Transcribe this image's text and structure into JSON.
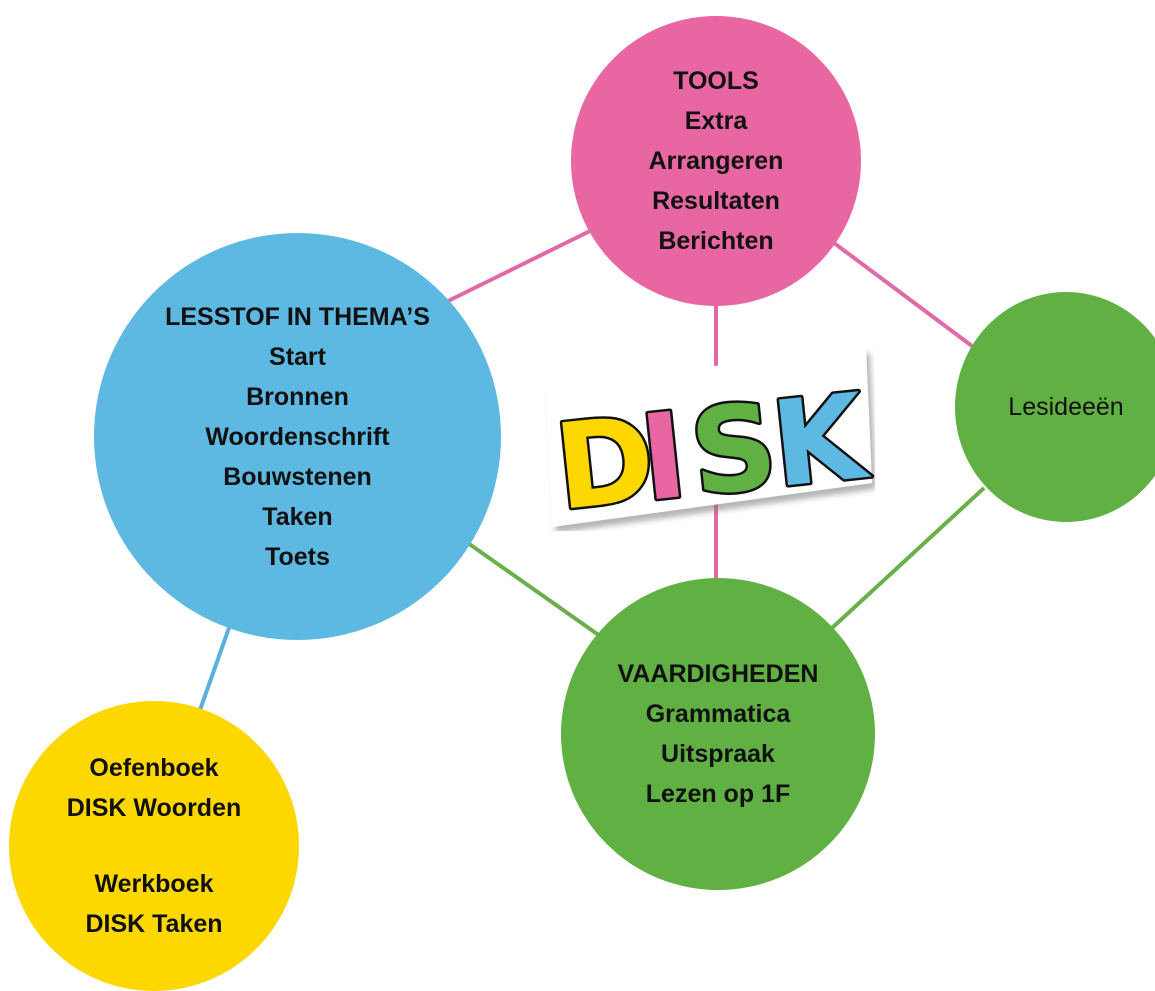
{
  "logo": {
    "letters": [
      "D",
      "I",
      "S",
      "K"
    ]
  },
  "colors": {
    "pink": "#e866a2",
    "blue": "#5db8e2",
    "green": "#60b044",
    "yellow": "#fdd700",
    "line_pink": "#e06aa8",
    "line_green": "#6ab04a",
    "line_blue": "#5ab0d8"
  },
  "nodes": {
    "tools": {
      "title": "TOOLS",
      "items": [
        "Extra",
        "Arrangeren",
        "Resultaten",
        "Berichten"
      ]
    },
    "lesstof": {
      "title": "LESSTOF IN THEMA’S",
      "items": [
        "Start",
        "Bronnen",
        "Woordenschrift",
        "Bouwstenen",
        "Taken",
        "Toets"
      ]
    },
    "lesideeen": {
      "title": "Lesideeën"
    },
    "vaardigheden": {
      "title": "VAARDIGHEDEN",
      "items": [
        "Grammatica",
        "Uitspraak",
        "Lezen op 1F"
      ]
    },
    "oefenboek": {
      "items": [
        "Oefenboek",
        "DISK Woorden",
        "Werkboek",
        "DISK Taken"
      ]
    }
  }
}
